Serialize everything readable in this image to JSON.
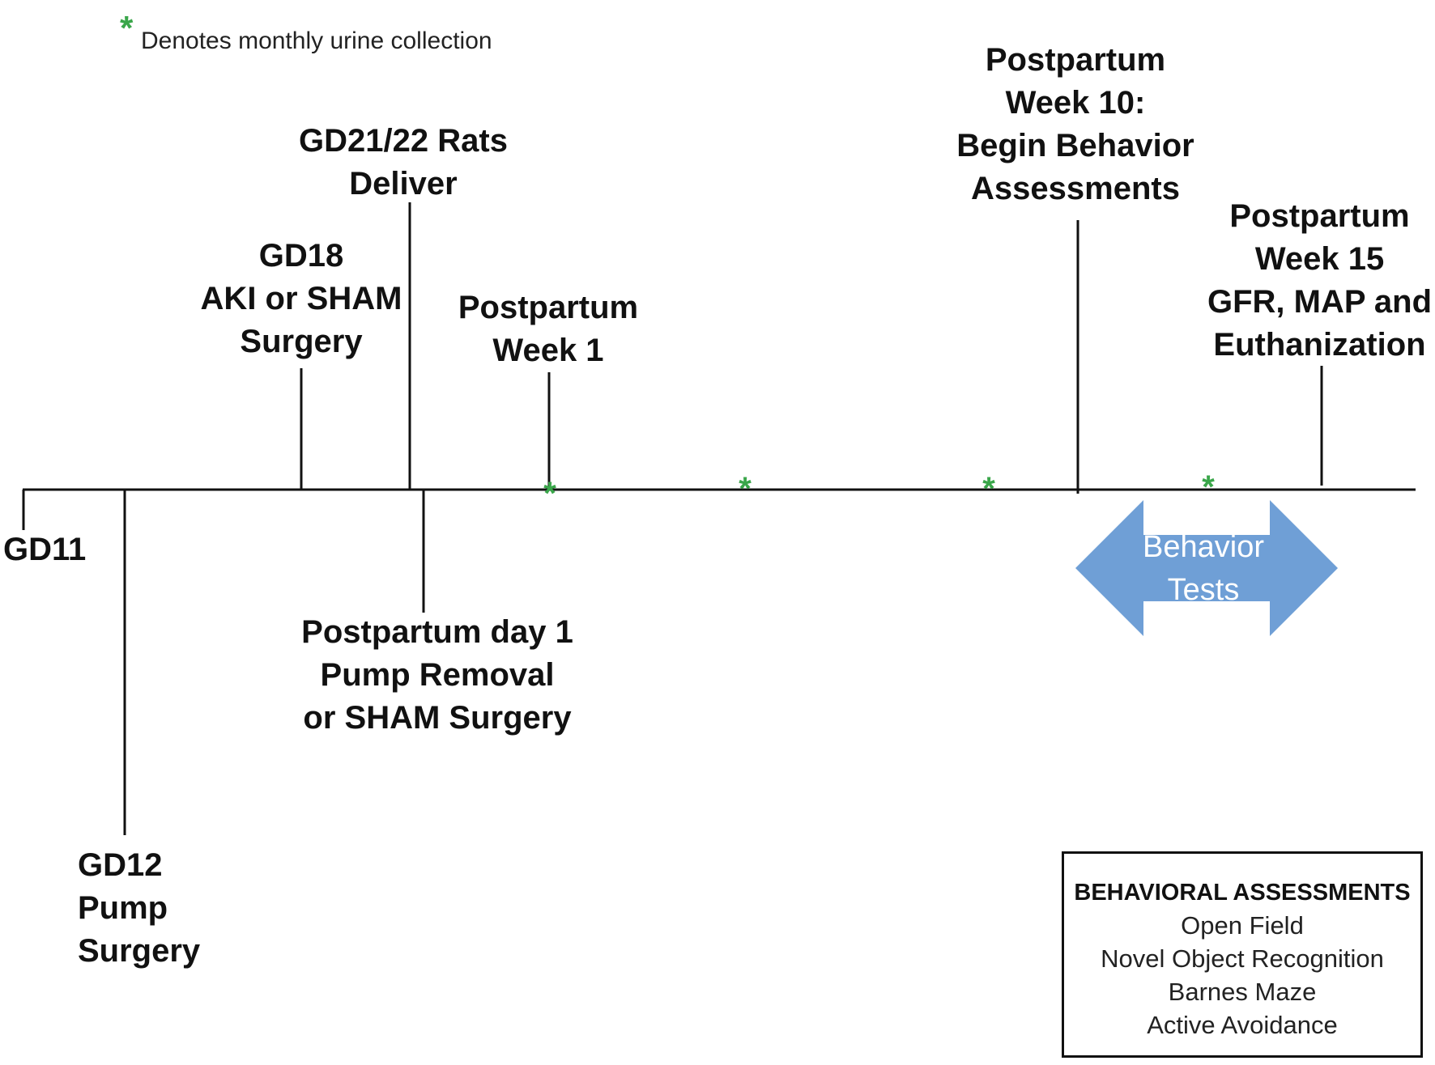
{
  "legend": {
    "symbol": "*",
    "text": "Denotes monthly urine collection",
    "color": "#3aa64a"
  },
  "events": [
    {
      "id": "gd11",
      "label": "GD11"
    },
    {
      "id": "gd12",
      "label": "GD12\nPump\nSurgery"
    },
    {
      "id": "gd18",
      "label": "GD18\nAKI or SHAM\nSurgery"
    },
    {
      "id": "gd21",
      "label": "GD21/22 Rats\nDeliver"
    },
    {
      "id": "pp_day1",
      "label": "Postpartum day 1\nPump Removal\nor SHAM Surgery"
    },
    {
      "id": "pp_week1",
      "label": "Postpartum\nWeek 1"
    },
    {
      "id": "pp_week10",
      "label": "Postpartum\nWeek 10:\nBegin Behavior\nAssessments"
    },
    {
      "id": "pp_week15",
      "label": "Postpartum\nWeek 15\nGFR, MAP and\nEuthanization"
    }
  ],
  "urine_markers": [
    "*",
    "*",
    "*",
    "*"
  ],
  "behavior_arrow": {
    "label": "Behavior\nTests",
    "color": "#6f9fd6"
  },
  "assessments": {
    "title": "BEHAVIORAL ASSESSMENTS",
    "items": [
      "Open Field",
      "Novel Object Recognition",
      "Barnes Maze",
      "Active Avoidance"
    ]
  }
}
